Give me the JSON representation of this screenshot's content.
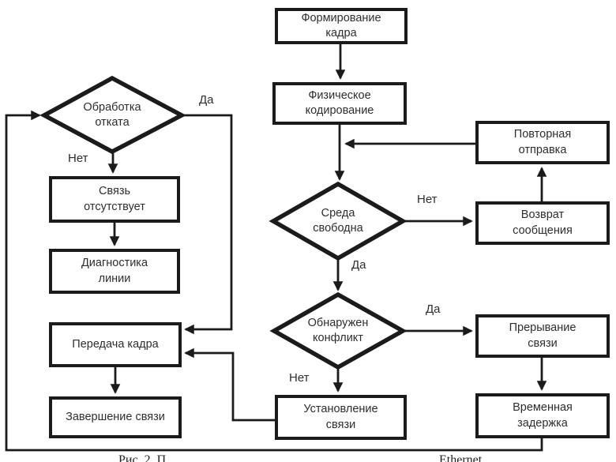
{
  "nodes": {
    "frame_formation": "Формирование\nкадра",
    "physical_encoding": "Физическое\nкодирование",
    "repeat_send": "Повторная\nотправка",
    "message_return": "Возврат\nсообщения",
    "medium_free": "Среда\nсвободна",
    "conflict_detected": "Обнаружен\nконфликт",
    "connection_establishment": "Установление\nсвязи",
    "connection_interrupt": "Прерывание\nсвязи",
    "time_delay": "Временная\nзадержка",
    "rollback_processing": "Обработка\nотката",
    "no_connection": "Связь\nотсутствует",
    "line_diagnostics": "Диагностика\nлинии",
    "frame_transmission": "Передача кадра",
    "connection_end": "Завершение связи"
  },
  "edge_labels": {
    "rollback_yes": "Да",
    "rollback_no": "Нет",
    "medium_free_no": "Нет",
    "medium_free_yes": "Да",
    "conflict_yes": "Да",
    "conflict_no": "Нет"
  },
  "caption": {
    "left_fragment": "Рис. 2. П",
    "right_fragment": "Ethernet"
  },
  "colors": {
    "line": "#1b1b1b",
    "box_background": "#ffffff",
    "text": "#2e2e2e"
  }
}
